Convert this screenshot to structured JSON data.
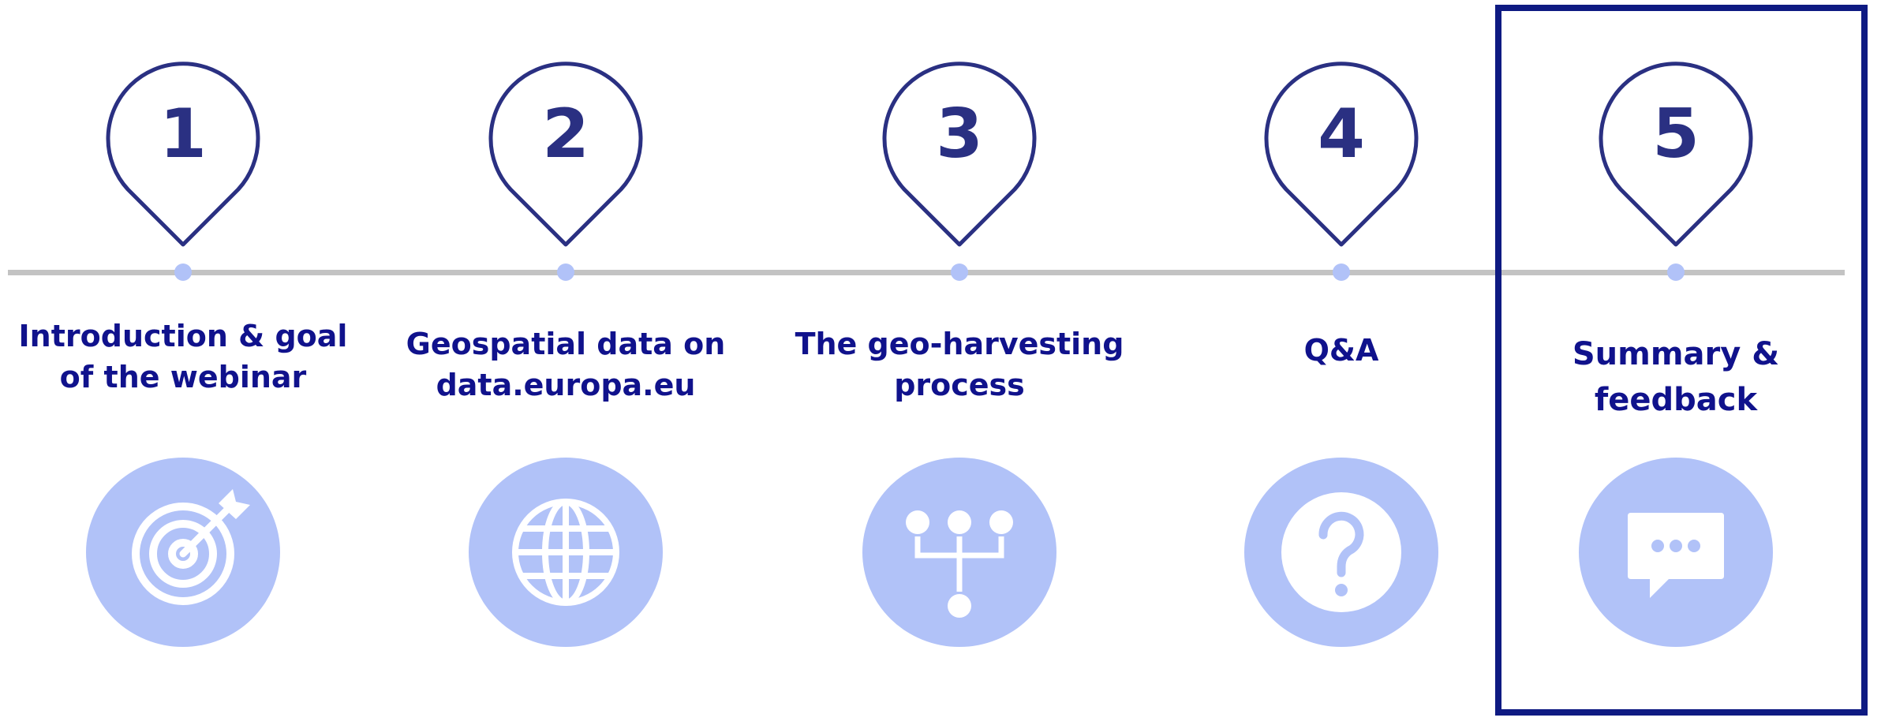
{
  "steps": [
    {
      "number": "1",
      "label": "Introduction & goal of the webinar",
      "icon": "target-icon"
    },
    {
      "number": "2",
      "label": "Geospatial data on data.europa.eu",
      "icon": "globe-icon"
    },
    {
      "number": "3",
      "label": "The geo-harvesting process",
      "icon": "hierarchy-icon"
    },
    {
      "number": "4",
      "label": "Q&A",
      "icon": "question-icon"
    },
    {
      "number": "5",
      "label": "Summary & feedback",
      "icon": "chat-bubble-icon"
    }
  ],
  "highlighted_step": "5",
  "colors": {
    "pin_outline": "#2a3082",
    "label_text": "#10128c",
    "accent_circle": "#b1c2f8",
    "timeline": "#c3c3c3",
    "highlight_frame": "#0e1a82"
  }
}
